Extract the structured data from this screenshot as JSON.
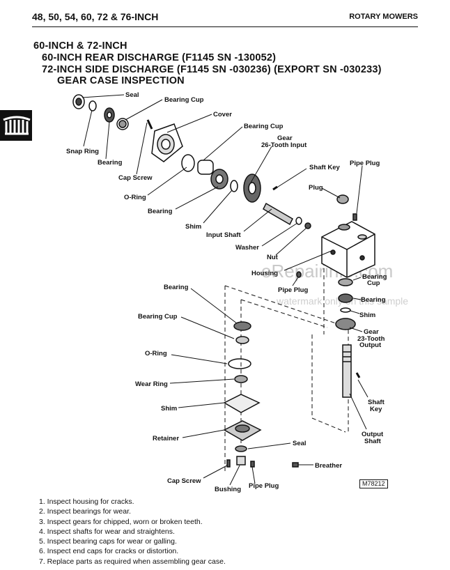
{
  "header": {
    "left": "48, 50, 54, 60, 72 & 76-INCH",
    "right": "ROTARY MOWERS"
  },
  "title": {
    "line1": "60-INCH & 72-INCH",
    "line2": "60-INCH REAR DISCHARGE (F1145 SN -130052)",
    "line3": "72-INCH SIDE DISCHARGE (F1145 SN -030236) (EXPORT SN -030233)",
    "line4": "GEAR CASE INSPECTION"
  },
  "labels": {
    "seal_top": "Seal",
    "bearing_cup_1": "Bearing Cup",
    "cover": "Cover",
    "bearing_cup_2": "Bearing Cup",
    "gear_input_1": "Gear",
    "gear_input_2": "26-Tooth Input",
    "shaft_key_top": "Shaft Key",
    "pipe_plug_top": "Pipe Plug",
    "plug": "Plug",
    "snap_ring": "Snap Ring",
    "bearing_left": "Bearing",
    "cap_screw_top": "Cap Screw",
    "o_ring_top": "O-Ring",
    "bearing_mid": "Bearing",
    "shim_mid": "Shim",
    "input_shaft": "Input Shaft",
    "washer": "Washer",
    "nut": "Nut",
    "housing": "Housing",
    "pipe_plug_mid": "Pipe Plug",
    "bearing_cup_right_1": "Bearing",
    "bearing_cup_right_2": "Cup",
    "bearing_right": "Bearing",
    "shim_right": "Shim",
    "gear_output_1": "Gear",
    "gear_output_2": "23-Tooth",
    "gear_output_3": "Output",
    "shaft_key_right_1": "Shaft",
    "shaft_key_right_2": "Key",
    "output_shaft_1": "Output",
    "output_shaft_2": "Shaft",
    "bearing_lower": "Bearing",
    "bearing_cup_lower": "Bearing Cup",
    "o_ring_lower": "O-Ring",
    "wear_ring": "Wear Ring",
    "shim_lower": "Shim",
    "retainer": "Retainer",
    "seal_lower": "Seal",
    "breather": "Breather",
    "cap_screw_lower": "Cap Screw",
    "bushing": "Bushing",
    "pipe_plug_lower": "Pipe Plug"
  },
  "figure_ref": "M78212",
  "watermark": {
    "line1": "eRepairinfo.com",
    "line2": "watermark only on this sample"
  },
  "notes": [
    "1. Inspect housing for cracks.",
    "2. Inspect bearings for wear.",
    "3. Inspect gears for chipped, worn or broken teeth.",
    "4. Inspect shafts for wear and straightens.",
    "5. Inspect bearing caps for wear or galling.",
    "6. Inspect end caps for cracks or distortion.",
    "7. Replace parts as required when assembling gear case."
  ]
}
